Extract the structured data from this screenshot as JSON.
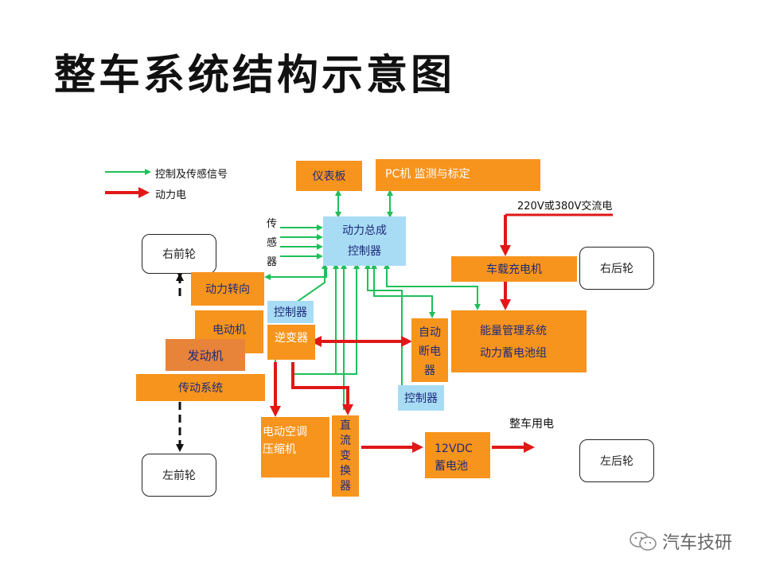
{
  "title": "整车系统结构示意图",
  "legend": {
    "signal_label": "控制及传感信号",
    "power_label": "动力电"
  },
  "colors": {
    "signal": "#1fbf5a",
    "power": "#e01818",
    "box_orange": "#f7941d",
    "box_blue": "#a8dcf5"
  },
  "boxes": {
    "dashboard": "仪表板",
    "pc": "PC机  监测与标定",
    "powertrain_ctrl_line1": "动力总成",
    "powertrain_ctrl_line2": "控制器",
    "power_steering": "动力转向",
    "motor": "电动机",
    "engine": "发动机",
    "transmission": "传动系统",
    "controller_top": "控制器",
    "inverter": "逆变器",
    "ac_compressor_line1": "电动空调",
    "ac_compressor_line2": "压缩机",
    "dcdc": [
      "直",
      "流",
      "变",
      "换",
      "器"
    ],
    "breaker": [
      "自动",
      "断电",
      "器"
    ],
    "controller_bottom": "控制器",
    "charger": "车载充电机",
    "bms_line1": "能量管理系统",
    "bms_line2": "动力蓄电池组",
    "battery12_line1": "12VDC",
    "battery12_line2": "蓄电池"
  },
  "sensor_label": [
    "传",
    "感",
    "器"
  ],
  "ac_input": "220V或380V交流电",
  "vehicle_power": "整车用电",
  "wheels": {
    "front_right": "右前轮",
    "front_left": "左前轮",
    "rear_right": "右后轮",
    "rear_left": "左后轮"
  },
  "watermark": "汽车技研"
}
